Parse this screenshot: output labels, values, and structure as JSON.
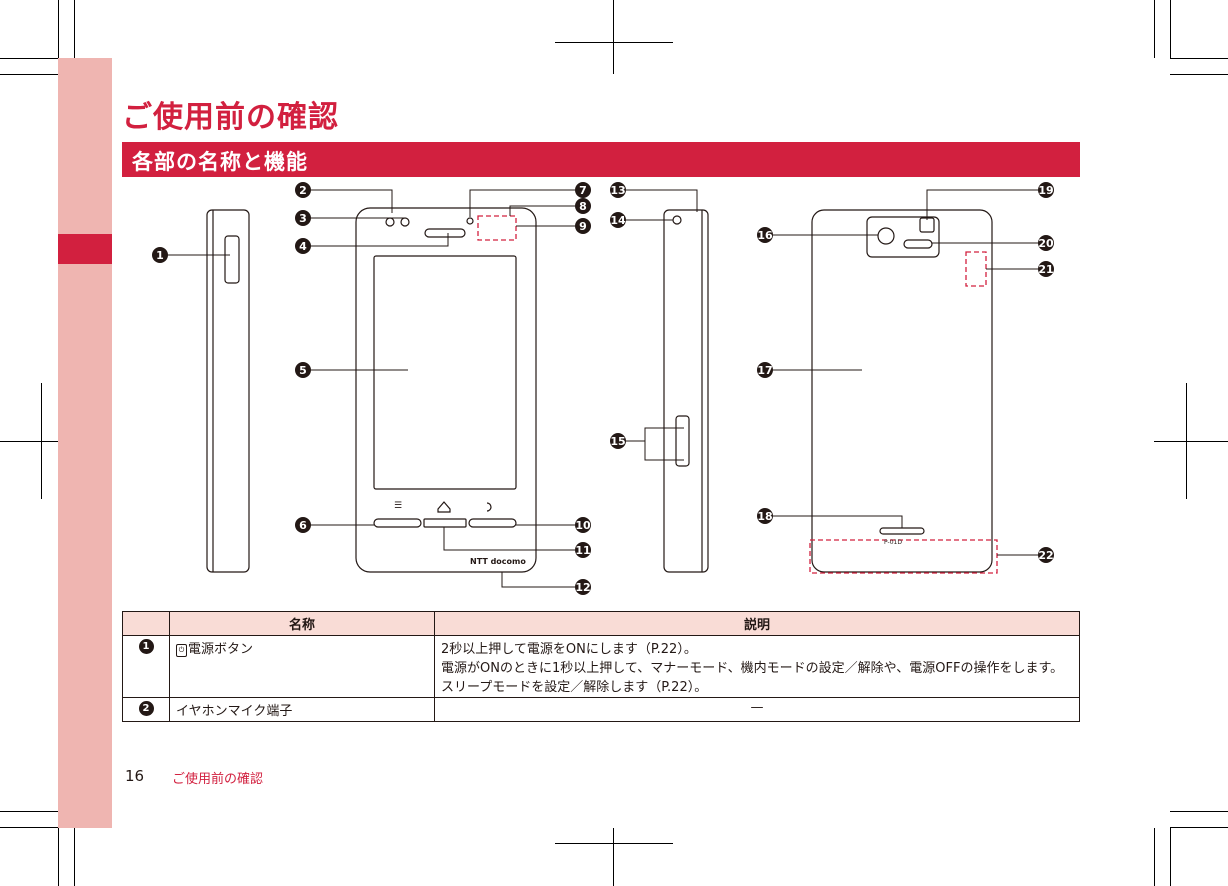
{
  "chapter": {
    "title": "ご使用前の確認"
  },
  "section": {
    "title": "各部の名称と機能"
  },
  "callouts": [
    "1",
    "2",
    "3",
    "4",
    "5",
    "6",
    "7",
    "8",
    "9",
    "10",
    "11",
    "12",
    "13",
    "14",
    "15",
    "16",
    "17",
    "18",
    "19",
    "20",
    "21",
    "22"
  ],
  "phone": {
    "brand": "NTT docomo",
    "model": "P-01D"
  },
  "table": {
    "headers": [
      "",
      "名称",
      "説明"
    ],
    "rows": [
      {
        "num": "1",
        "name": "電源ボタン",
        "desc": [
          "2秒以上押して電源をONにします（P.22）。",
          "電源がONのときに1秒以上押して、マナーモード、機内モードの設定／解除や、電源OFFの操作をします。",
          "スリープモードを設定／解除します（P.22）。"
        ]
      },
      {
        "num": "2",
        "name": "イヤホンマイク端子",
        "desc": [
          "—"
        ]
      }
    ]
  },
  "footer": {
    "page": "16",
    "section": "ご使用前の確認"
  },
  "colors": {
    "accent": "#d2203f",
    "band": "#efb5b1",
    "header_bg": "#f9dcd6"
  }
}
